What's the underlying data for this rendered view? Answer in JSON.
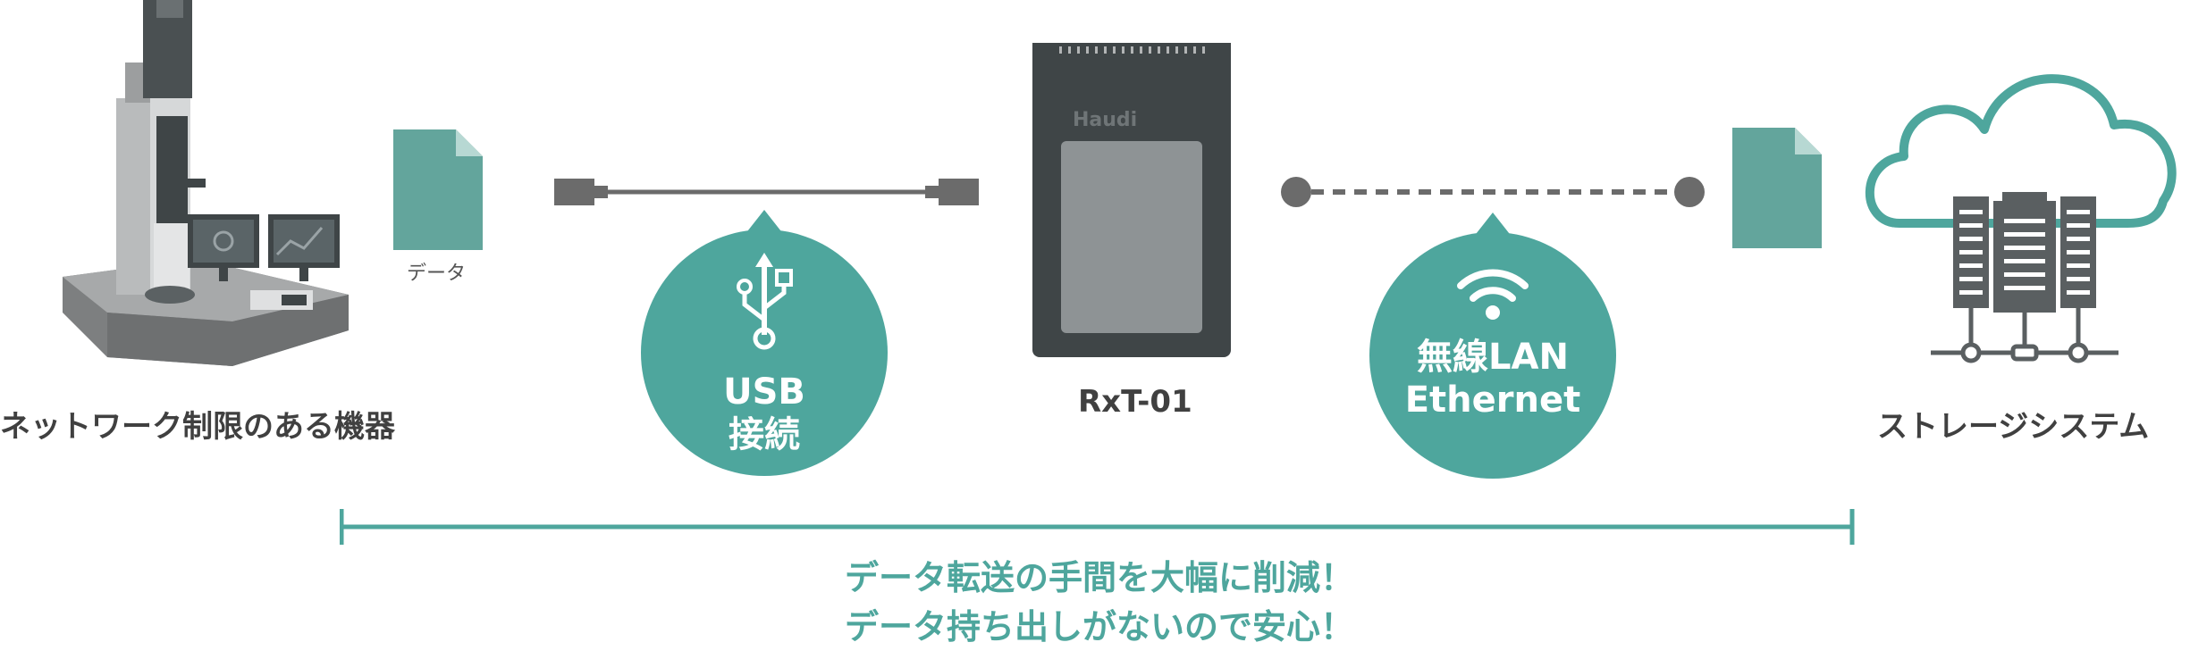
{
  "nodes": {
    "source_device": "ネットワーク制限のある機器",
    "data_file": "データ",
    "rxt_device": "RxT-01",
    "rxt_brand": "Haudi",
    "storage": "ストレージシステム"
  },
  "connections": {
    "usb": {
      "line1": "USB",
      "line2": "接続",
      "icon": "usb-icon"
    },
    "wireless": {
      "line1": "無線LAN",
      "line2": "Ethernet",
      "icon": "wifi-icon"
    }
  },
  "benefits": [
    "データ転送の手間を大幅に削減！",
    "データ持ち出しがないので安心！"
  ],
  "colors": {
    "teal": "#4ea69d",
    "file_teal": "#63a59c",
    "dark_gray": "#3f4547",
    "mid_gray": "#6b6b6b",
    "text_gray": "#404040"
  }
}
